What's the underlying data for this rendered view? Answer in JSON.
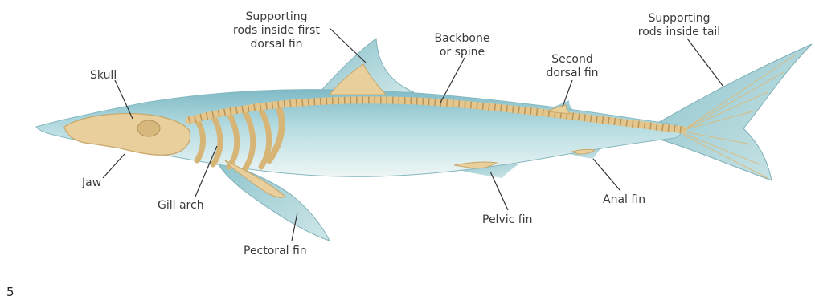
{
  "diagram": {
    "labels": {
      "supporting_rods_first_dorsal": [
        "Supporting",
        "rods inside first",
        "dorsal fin"
      ],
      "skull": "Skull",
      "backbone": [
        "Backbone",
        "or spine"
      ],
      "second_dorsal": [
        "Second",
        "dorsal fin"
      ],
      "supporting_rods_tail": [
        "Supporting",
        "rods inside tail"
      ],
      "jaw": "Jaw",
      "gill_arch": "Gill arch",
      "pectoral_fin": "Pectoral fin",
      "pelvic_fin": "Pelvic fin",
      "anal_fin": "Anal fin"
    },
    "colors": {
      "body": "#a9d3da",
      "belly": "#e6f2f2",
      "cartilage": "#e8cf9c",
      "cartilage_dark": "#c9a86a",
      "leader_line": "#333333"
    }
  },
  "page_number": "5"
}
